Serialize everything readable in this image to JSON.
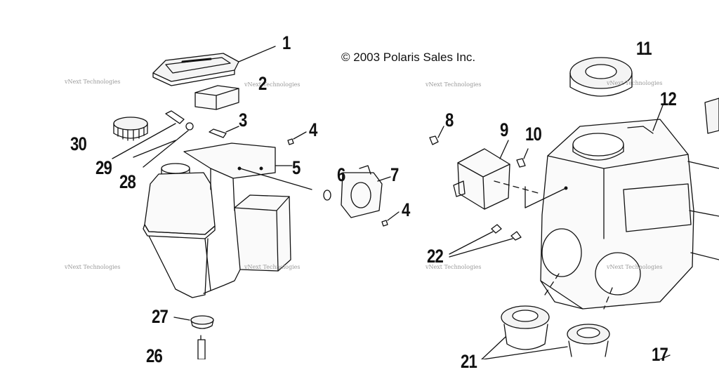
{
  "copyright": "© 2003 Polaris Sales Inc.",
  "watermark": "vNext Technologies",
  "callouts": [
    "1",
    "2",
    "3",
    "4",
    "5",
    "6",
    "7",
    "4",
    "8",
    "9",
    "10",
    "11",
    "12",
    "22",
    "27",
    "28",
    "29",
    "30",
    "26",
    "21",
    "17"
  ]
}
